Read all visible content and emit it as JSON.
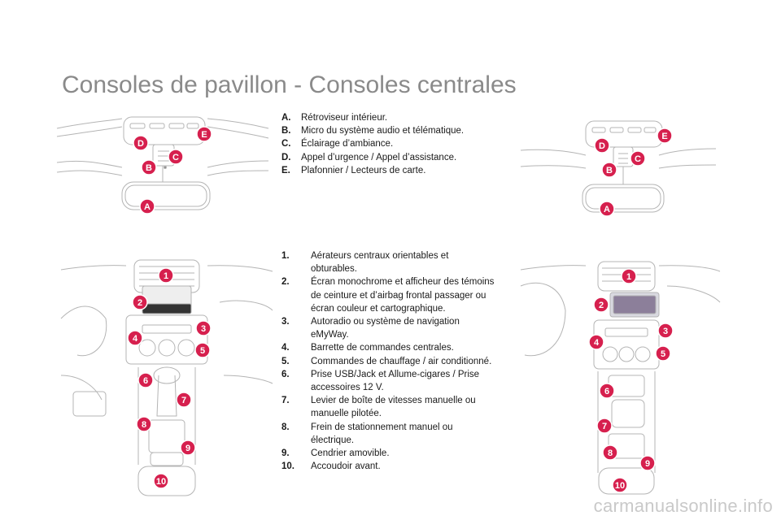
{
  "title": "Consoles de pavillon - Consoles centrales",
  "overhead_legend": [
    {
      "key": "A.",
      "text": "Rétroviseur intérieur."
    },
    {
      "key": "B.",
      "text": "Micro du système audio et télématique."
    },
    {
      "key": "C.",
      "text": "Éclairage d’ambiance."
    },
    {
      "key": "D.",
      "text": "Appel d’urgence / Appel d’assistance."
    },
    {
      "key": "E.",
      "text": "Plafonnier / Lecteurs de carte."
    }
  ],
  "center_legend": [
    {
      "key": "1.",
      "text": "Aérateurs centraux orientables et obturables."
    },
    {
      "key": "2.",
      "text": "Écran monochrome et afficheur des témoins de ceinture et d’airbag frontal passager ou écran couleur et cartographique."
    },
    {
      "key": "3.",
      "text": "Autoradio ou système de navigation eMyWay."
    },
    {
      "key": "4.",
      "text": "Barrette de commandes centrales."
    },
    {
      "key": "5.",
      "text": "Commandes de chauffage / air conditionné."
    },
    {
      "key": "6.",
      "text": "Prise USB/Jack et Allume-cigares / Prise accessoires 12 V."
    },
    {
      "key": "7.",
      "text": "Levier de boîte de vitesses manuelle ou manuelle pilotée."
    },
    {
      "key": "8.",
      "text": "Frein de stationnement manuel ou électrique."
    },
    {
      "key": "9.",
      "text": "Cendrier amovible."
    },
    {
      "key": "10.",
      "text": "Accoudoir avant."
    }
  ],
  "callouts": {
    "A": "A",
    "B": "B",
    "C": "C",
    "D": "D",
    "E": "E",
    "n1": "1",
    "n2": "2",
    "n3": "3",
    "n4": "4",
    "n5": "5",
    "n6": "6",
    "n7": "7",
    "n8": "8",
    "n9": "9",
    "n10": "10"
  },
  "colors": {
    "callout": "#d6204e",
    "title": "#8a8a8a",
    "line": "#b4b4b4"
  },
  "watermark": "carmanualsonline.info"
}
